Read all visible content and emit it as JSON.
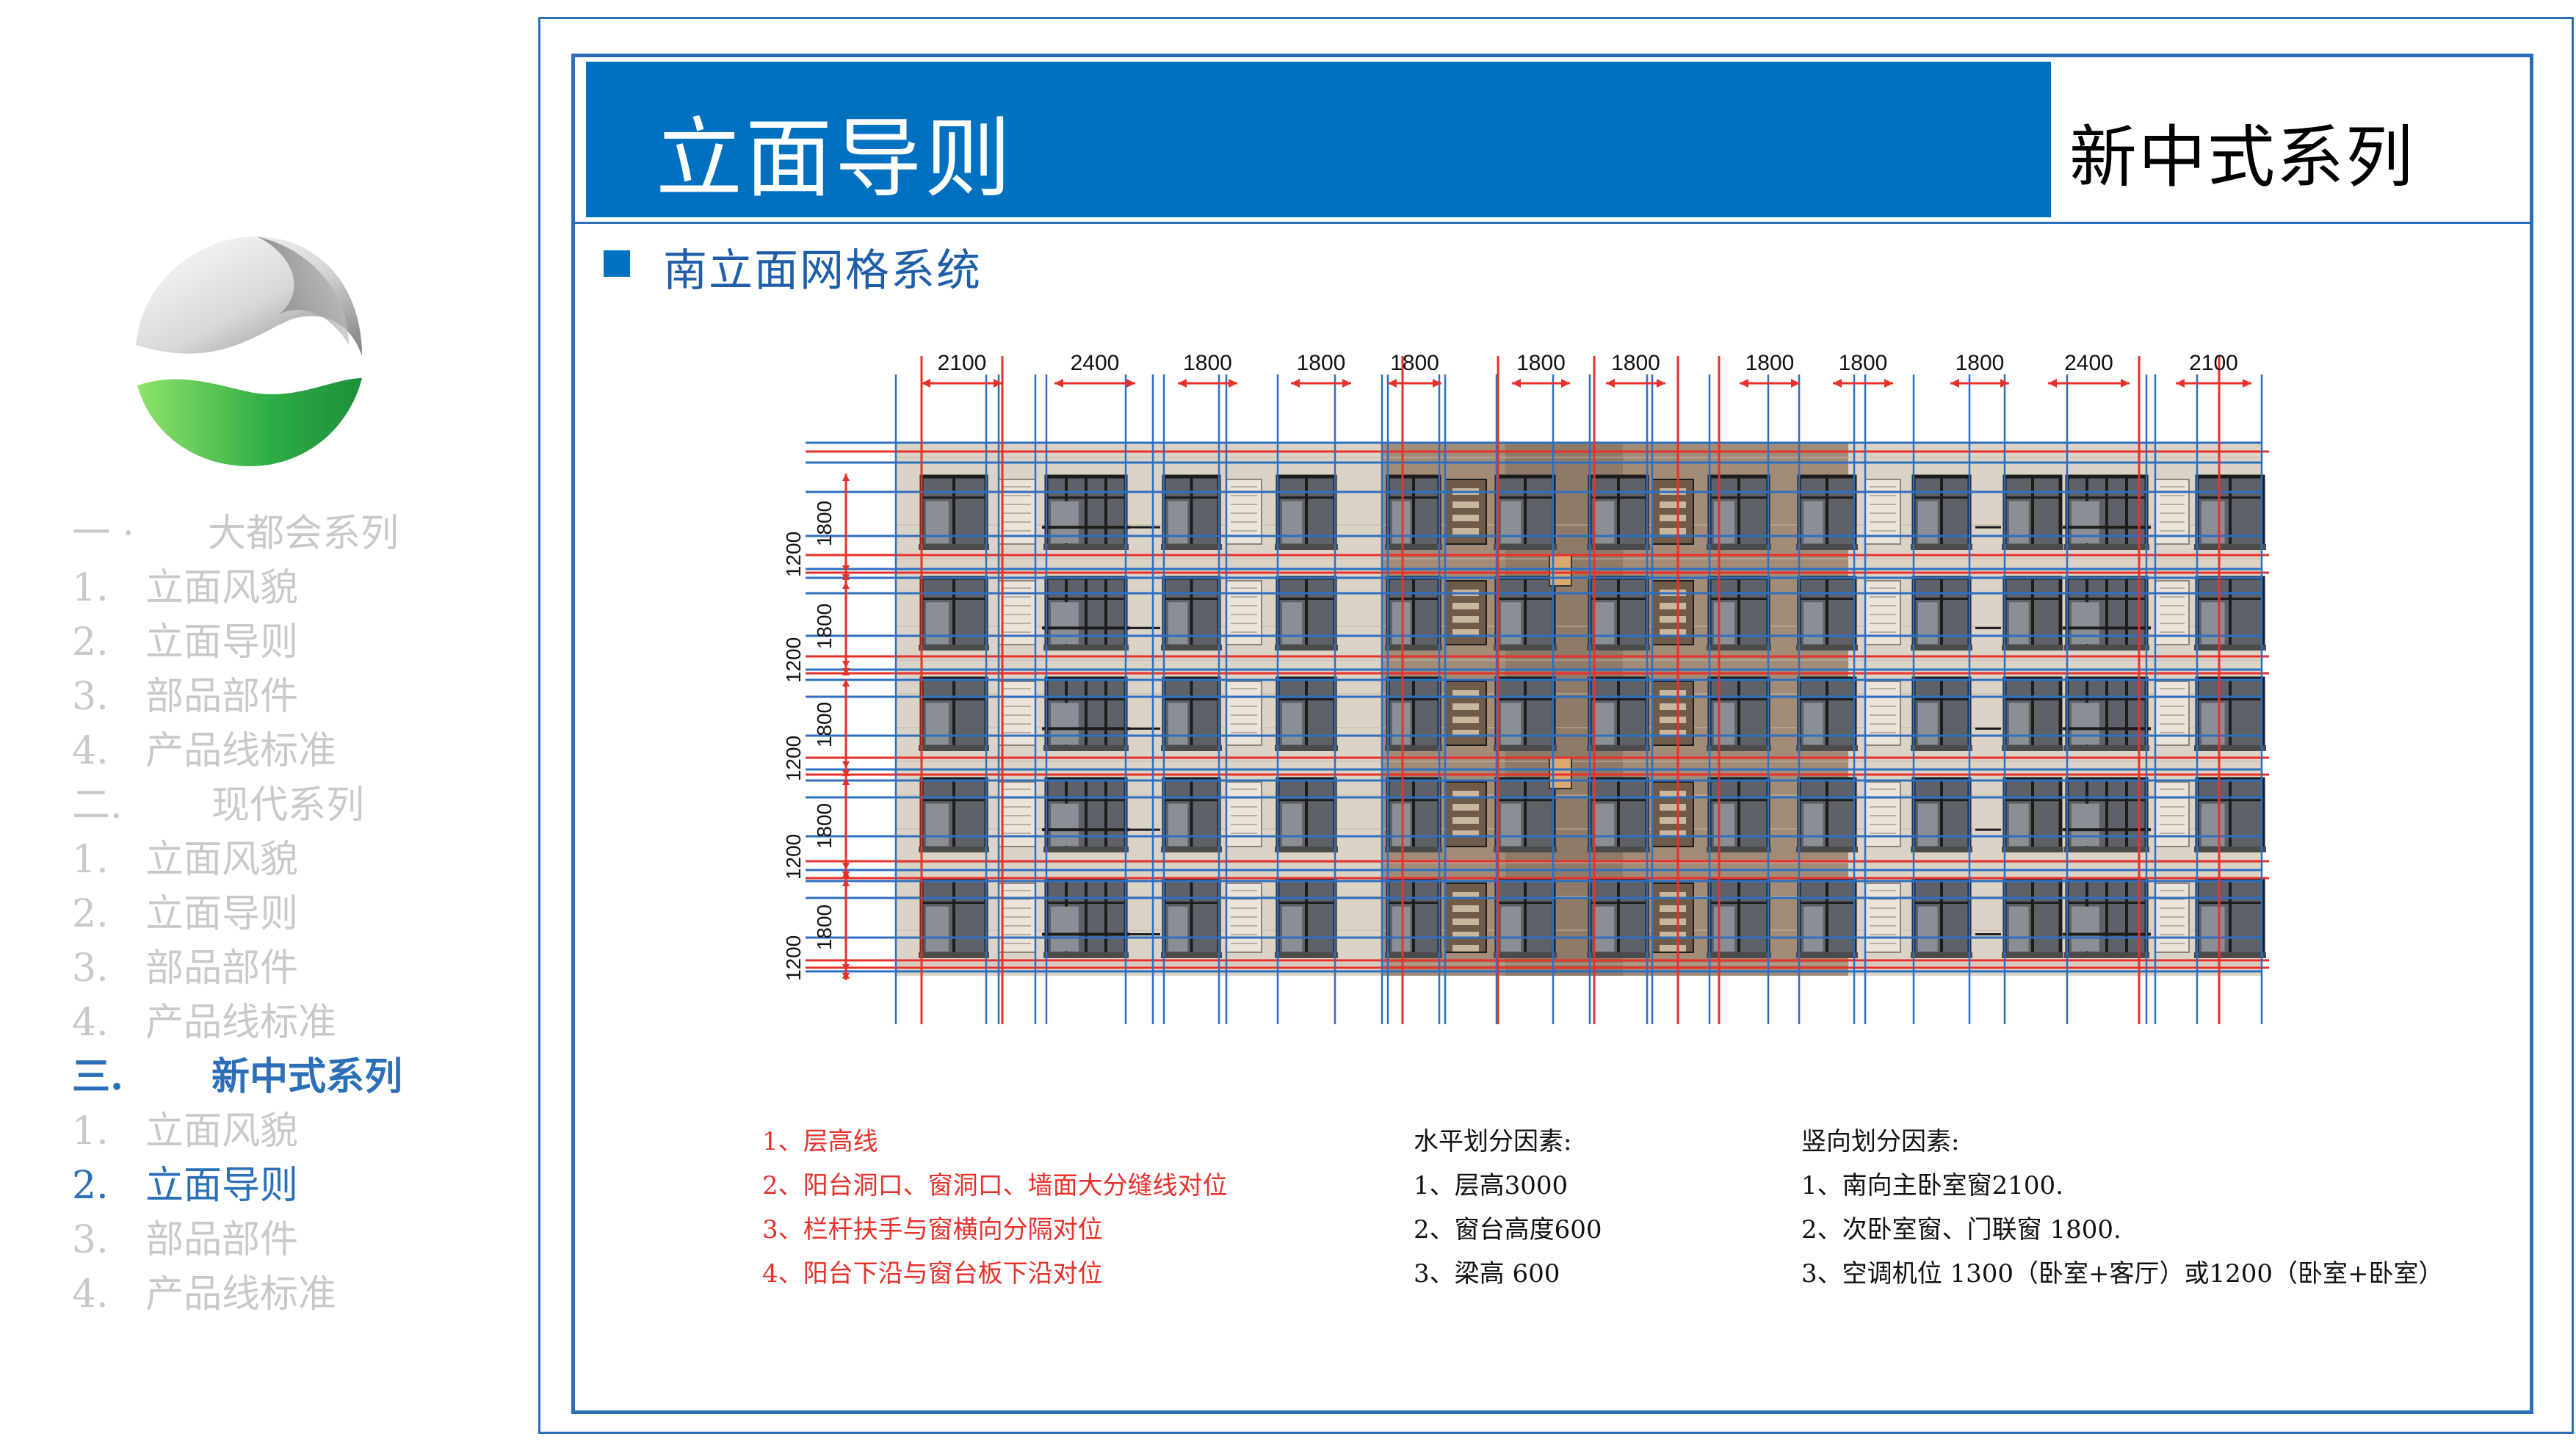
{
  "nav": [
    {
      "num": "一 ·",
      "label": "大都会系列",
      "kind": "section",
      "state": "normal"
    },
    {
      "num": "1.",
      "label": "立面风貌",
      "kind": "item",
      "state": "normal"
    },
    {
      "num": "2.",
      "label": "立面导则",
      "kind": "item",
      "state": "normal"
    },
    {
      "num": "3.",
      "label": "部品部件",
      "kind": "item",
      "state": "normal"
    },
    {
      "num": "4.",
      "label": "产品线标准",
      "kind": "item",
      "state": "normal"
    },
    {
      "num": "二.",
      "label": "现代系列",
      "kind": "section",
      "state": "normal"
    },
    {
      "num": "1.",
      "label": "立面风貌",
      "kind": "item",
      "state": "normal"
    },
    {
      "num": "2.",
      "label": "立面导则",
      "kind": "item",
      "state": "normal"
    },
    {
      "num": "3.",
      "label": "部品部件",
      "kind": "item",
      "state": "normal"
    },
    {
      "num": "4.",
      "label": "产品线标准",
      "kind": "item",
      "state": "normal"
    },
    {
      "num": "三.",
      "label": "新中式系列",
      "kind": "section",
      "state": "active"
    },
    {
      "num": "1.",
      "label": "立面风貌",
      "kind": "item",
      "state": "normal"
    },
    {
      "num": "2.",
      "label": "立面导则",
      "kind": "item",
      "state": "current"
    },
    {
      "num": "3.",
      "label": "部品部件",
      "kind": "item",
      "state": "normal"
    },
    {
      "num": "4.",
      "label": "产品线标准",
      "kind": "item",
      "state": "normal"
    }
  ],
  "header": {
    "title": "立面导则",
    "series": "新中式系列"
  },
  "section_heading": "南立面网格系统",
  "diagram": {
    "top_dimensions": [
      "2100",
      "2400",
      "1800",
      "1800",
      "1800",
      "1800",
      "1800",
      "1800",
      "1800",
      "1800",
      "2400",
      "2100"
    ],
    "side_dimensions": [
      "1800",
      "1200",
      "1800",
      "1200",
      "1800",
      "1200",
      "1800",
      "1200",
      "1800",
      "1200"
    ],
    "floors": 5,
    "colors": {
      "wall": "#dcd3c7",
      "center_wall": "#a38c77",
      "red_line": "#e8312a",
      "blue_line": "#2e6fc0",
      "window_glass": "#5e6268",
      "frame": "#1c1c1c"
    }
  },
  "notes": {
    "red": [
      "1、层高线",
      "2、阳台洞口、窗洞口、墙面大分缝线对位",
      "3、栏杆扶手与窗横向分隔对位",
      "4、阳台下沿与窗台板下沿对位"
    ],
    "horizontal_title": "水平划分因素:",
    "horizontal": [
      "1、层高3000",
      "2、窗台高度600",
      "3、梁高 600"
    ],
    "vertical_title": "竖向划分因素:",
    "vertical": [
      "1、南向主卧室窗2100.",
      "2、次卧室窗、门联窗   1800.",
      "3、空调机位 1300（卧室+客厅）或1200（卧室+卧室）"
    ]
  }
}
